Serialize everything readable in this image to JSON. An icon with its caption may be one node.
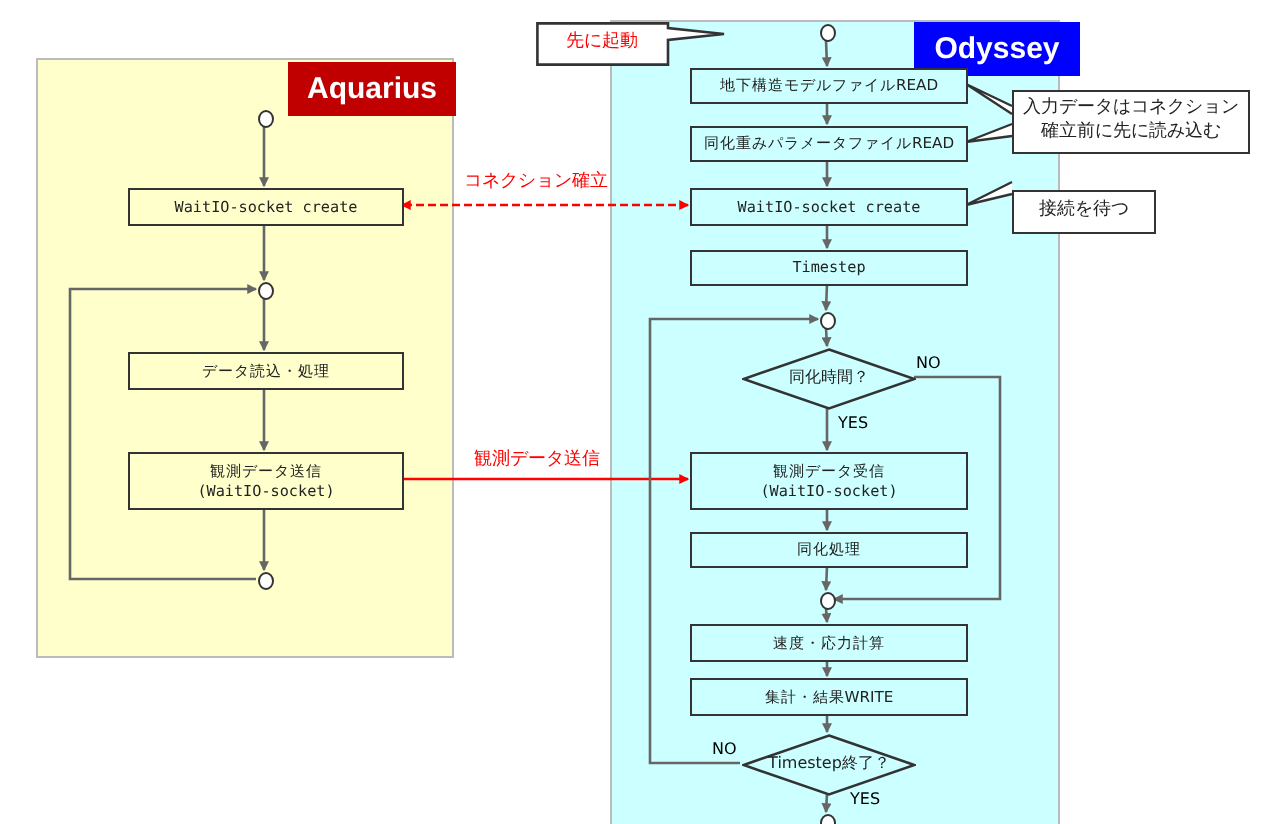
{
  "diagram": {
    "nodes": [
      {
        "text": [
          "Aquarius"
        ]
      },
      {
        "text": [
          "Odyssey"
        ]
      },
      {
        "text": [],
        "shape": "circle",
        "in": 0
      },
      {
        "text": [
          "WaitIO-socket create"
        ],
        "in": 0
      },
      {
        "text": [],
        "shape": "circle",
        "in": 0
      },
      {
        "text": [
          "データ読込・処理"
        ],
        "in": 0
      },
      {
        "text": [
          "観測データ送信 (WaitIO-socket)"
        ],
        "in": 0
      },
      {
        "text": [],
        "shape": "circle",
        "in": 0
      },
      {
        "text": [],
        "shape": "circle",
        "in": 1
      },
      {
        "text": [
          "地下構造モデルファイルREAD"
        ],
        "in": 1
      },
      {
        "text": [
          "同化重みパラメータファイルREAD"
        ],
        "in": 1
      },
      {
        "text": [
          "WaitIO-socket create"
        ],
        "in": 1
      },
      {
        "text": [
          "Timestep"
        ],
        "in": 1
      },
      {
        "text": [],
        "shape": "circle",
        "in": 1
      },
      {
        "text": [
          "同化時間？"
        ],
        "in": 1
      },
      {
        "text": [
          "観測データ受信 (WaitIO-socket)"
        ],
        "in": 1
      },
      {
        "text": [
          "同化処理"
        ],
        "in": 1
      },
      {
        "text": [],
        "shape": "circle",
        "in": 1
      },
      {
        "text": [
          "速度・応力計算"
        ],
        "in": 1
      },
      {
        "text": [
          "集計・結果WRITE"
        ],
        "in": 1
      },
      {
        "text": [
          "Timestep終了？"
        ],
        "in": 1
      },
      {
        "text": [],
        "shape": "circle",
        "in": 1
      },
      {
        "text": [
          "先に起動"
        ]
      },
      {
        "text": [
          "入力データはコネクション確立前に先に読み込む"
        ]
      },
      {
        "text": [
          "接続を待つ"
        ]
      }
    ],
    "edges": [
      {
        "from": 2,
        "to": 3,
        "arrow": "to"
      },
      {
        "from": 3,
        "to": 4,
        "arrow": "to"
      },
      {
        "from": 4,
        "to": 5,
        "arrow": "to"
      },
      {
        "from": 5,
        "to": 6,
        "arrow": "to"
      },
      {
        "from": 6,
        "to": 7,
        "arrow": "to"
      },
      {
        "from": 7,
        "to": 4,
        "arrow": "to"
      },
      {
        "from": 11,
        "to": 3,
        "arrow": "both",
        "style": "dashed",
        "color": "#ff0000",
        "label": "コネクション確立"
      },
      {
        "from": 6,
        "to": 15,
        "arrow": "to",
        "color": "#ff0000",
        "label": "観測データ送信"
      },
      {
        "from": 8,
        "to": 9,
        "arrow": "to"
      },
      {
        "from": 9,
        "to": 10,
        "arrow": "to"
      },
      {
        "from": 10,
        "to": 11,
        "arrow": "to"
      },
      {
        "from": 11,
        "to": 12,
        "arrow": "to"
      },
      {
        "from": 12,
        "to": 13,
        "arrow": "to"
      },
      {
        "from": 13,
        "to": 14,
        "arrow": "to"
      },
      {
        "from": 14,
        "to": 15,
        "arrow": "to",
        "label": "YES"
      },
      {
        "from": 15,
        "to": 16,
        "arrow": "to"
      },
      {
        "from": 16,
        "to": 17,
        "arrow": "to"
      },
      {
        "from": 14,
        "to": 17,
        "arrow": "to",
        "label": "NO"
      },
      {
        "from": 17,
        "to": 18,
        "arrow": "to"
      },
      {
        "from": 18,
        "to": 19,
        "arrow": "to"
      },
      {
        "from": 19,
        "to": 20,
        "arrow": "to"
      },
      {
        "from": 20,
        "to": 13,
        "arrow": "to",
        "label": "NO"
      },
      {
        "from": 20,
        "to": 21,
        "arrow": "to",
        "label": "YES"
      },
      {
        "from": 23,
        "to": 9,
        "arrow": "none"
      },
      {
        "from": 23,
        "to": 10,
        "arrow": "none"
      },
      {
        "from": 24,
        "to": 11,
        "arrow": "none"
      }
    ]
  }
}
